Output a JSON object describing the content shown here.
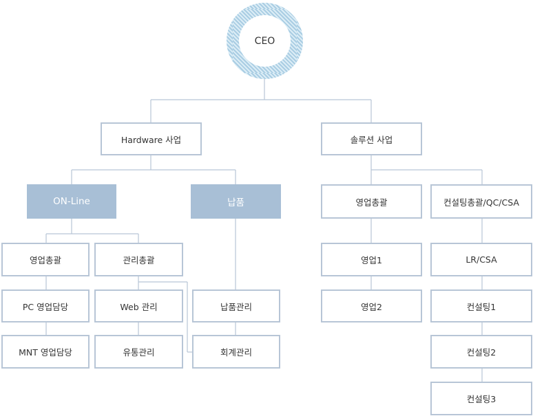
{
  "ceo": "CEO",
  "divisions": {
    "hardware": "Hardware 사업",
    "solution": "솔루션 사업"
  },
  "hardware": {
    "online": "ON-Line",
    "delivery": "납품",
    "online_children": {
      "sales_general": "영업총괄",
      "pc_sales": "PC 영업담당",
      "mnt_sales": "MNT 영업담당",
      "admin_general": "관리총괄",
      "web_admin": "Web 관리",
      "distribution": "유통관리"
    },
    "delivery_children": {
      "delivery_mgmt": "납품관리",
      "accounting": "회계관리"
    }
  },
  "solution": {
    "sales_general": "영업총괄",
    "sales1": "영업1",
    "sales2": "영업2",
    "consulting_general": "컨설팅총괄/QC/CSA",
    "lr_csa": "LR/CSA",
    "consulting1": "컨설팅1",
    "consulting2": "컨설팅2",
    "consulting3": "컨설팅3"
  },
  "colors": {
    "line": "#b7c5d6",
    "box_border": "#b7c5d6",
    "filled_box": "#a8bfd6",
    "ceo_ring": "#a9cde3"
  }
}
